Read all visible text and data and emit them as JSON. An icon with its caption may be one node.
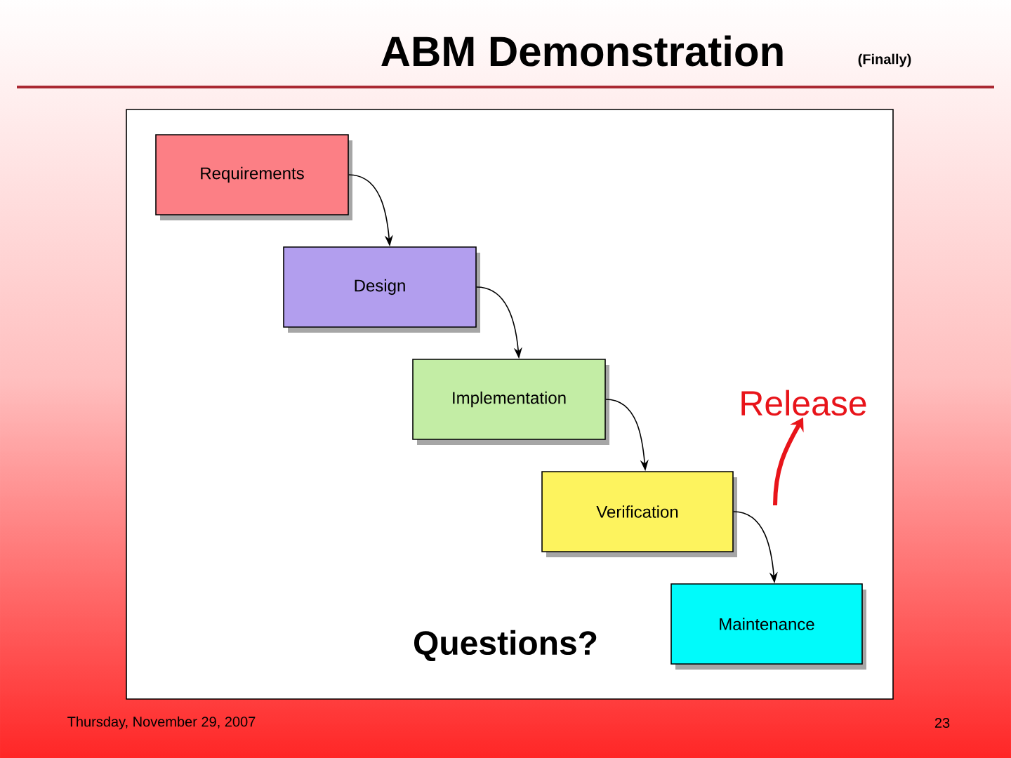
{
  "diagram": {
    "title": "ABM Demonstration",
    "nodes": [
      {
        "text": [
          "Requirements"
        ]
      },
      {
        "text": [
          "Design"
        ]
      },
      {
        "text": [
          "Implementation"
        ]
      },
      {
        "text": [
          "Verification"
        ]
      },
      {
        "text": [
          "Maintenance"
        ]
      },
      {
        "text": [
          "Release"
        ]
      }
    ],
    "edges": [
      {
        "from": 0,
        "to": 1,
        "arrow": "to"
      },
      {
        "from": 1,
        "to": 2,
        "arrow": "to"
      },
      {
        "from": 2,
        "to": 3,
        "arrow": "to"
      },
      {
        "from": 3,
        "to": 4,
        "arrow": "to"
      },
      {
        "from": null,
        "to": 5,
        "arrow": "to",
        "style": "thick",
        "color": "#e8141a"
      }
    ],
    "labels": [
      "(Finally)",
      "Questions?",
      "Thursday, November 29, 2007",
      "23"
    ]
  }
}
